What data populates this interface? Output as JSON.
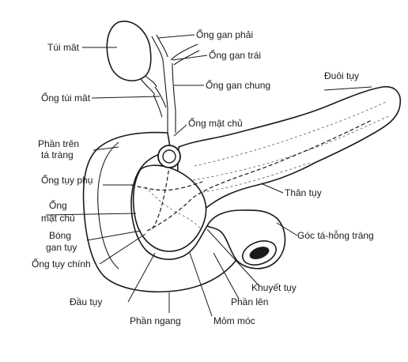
{
  "labels": {
    "tui_mat": "Túi mât",
    "ong_gan_phai": "Ống gan phải",
    "ong_gan_trai": "Ống gan trái",
    "ong_gan_chung": "Ống gan chung",
    "duoi_tuy": "Đuôi tụy",
    "ong_tui_mat": "Ống túi mât",
    "ong_mat_chu_top": "Ống mật chủ",
    "phan_tren_line1": "Phần trên",
    "phan_tren_line2": "tá tràng",
    "ong_tuy_phu": "Ống tụy phụ",
    "ong_mat_chu_line1": "Ống",
    "ong_mat_chu_line2": "mật chủ",
    "bong_line1": "Bóng",
    "bong_line2": "gan tụy",
    "ong_tuy_chinh": "Ống tụy chính",
    "than_tuy": "Thân tụy",
    "goc_ta_hong_trang": "Góc tá-hỗng tràng",
    "khuyet_tuy": "Khuyết tụy",
    "phan_len": "Phần lên",
    "dau_tuy": "Đầu tụy",
    "phan_ngang": "Phần ngang",
    "mom_moc": "Mỏm móc"
  }
}
